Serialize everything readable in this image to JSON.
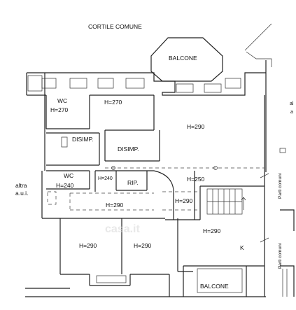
{
  "plan": {
    "courtyard": "CORTILE COMUNE",
    "balcony_top": "BALCONE",
    "balcony_bottom": "BALCONE",
    "rooms": {
      "wc_top": "WC",
      "wc_top_h": "H=270",
      "room_top_mid_h": "H=270",
      "living_h": "H=290",
      "disimp_small": "DISIMP.",
      "disimp_large": "DISIMP.",
      "wc_mid": "WC",
      "wc_mid_h": "H=240",
      "small_h240": "H=240",
      "rip": "RIP.",
      "hall_h290": "H=290",
      "corridor_h250": "H=250",
      "stair_h290": "H=290",
      "right_h290": "H=290",
      "kitchen": "K",
      "bottom_left_h290": "H=290",
      "bottom_mid_h290": "H=290"
    },
    "altra_aui_line1": "altra",
    "altra_aui_line2": "a.u.i.",
    "parti_comuni_top": "Parti comuni",
    "parti_comuni_bottom": "Parti comuni",
    "edge_text_1": "al",
    "edge_text_2": "a",
    "watermark": "casa.it"
  }
}
